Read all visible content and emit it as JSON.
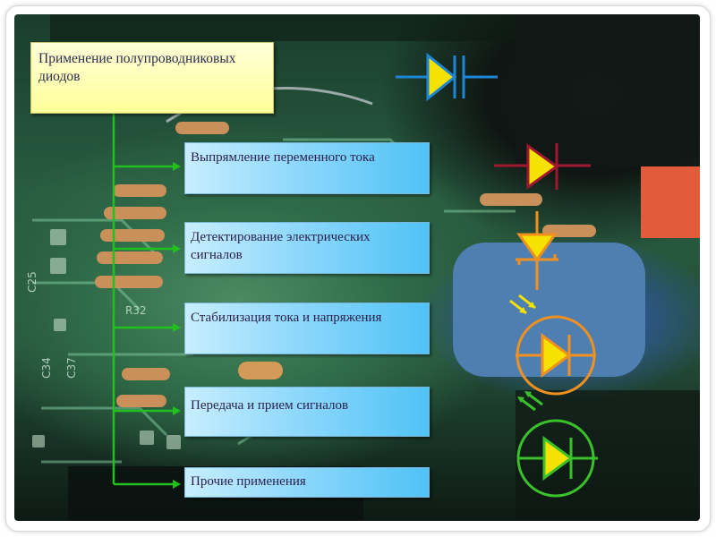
{
  "title": "Применение полупроводниковых диодов",
  "items": [
    "Выпрямление переменного тока",
    "Детектирование электрических сигналов",
    "Стабилизация тока и напряжения",
    "Передача и прием сигналов",
    "Прочие применения"
  ],
  "board_labels": [
    "C25",
    "C34",
    "C37",
    "R32"
  ],
  "colors": {
    "title_fill": "#ffff99",
    "item_fill": "#6fcff8",
    "arrow": "#22c01e",
    "varicap_symbol": "#1f86d6",
    "rectifier_symbol": "#a01830",
    "zener_symbol": "#f09020",
    "photodiode_symbol": "#f09020",
    "led_symbol": "#3ac02a",
    "symbol_fill": "#f5e200"
  }
}
